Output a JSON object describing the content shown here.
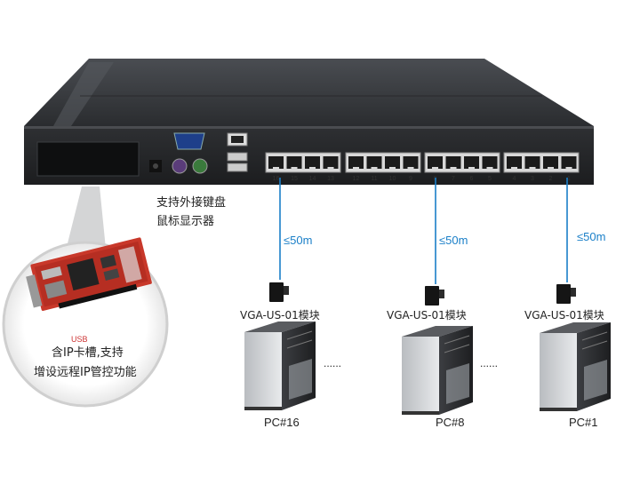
{
  "ports": [
    "16",
    "15",
    "14",
    "13",
    "12",
    "11",
    "10",
    "9",
    "8",
    "7",
    "6",
    "5",
    "4",
    "3",
    "2",
    "1"
  ],
  "console_note": [
    "支持外接键盘",
    "鼠标显示器"
  ],
  "ip_card_note": [
    "含IP卡槽,支持",
    "增设远程IP管控功能"
  ],
  "cable_length": "≤50m",
  "module_label": "VGA-US-01模块",
  "pcs": [
    "PC#16",
    "PC#8",
    "PC#1"
  ],
  "ellipsis": "......",
  "colors": {
    "cable": "#1a7fc8",
    "chassis": "#2b2d30",
    "card_pcb": "#c8382a"
  }
}
